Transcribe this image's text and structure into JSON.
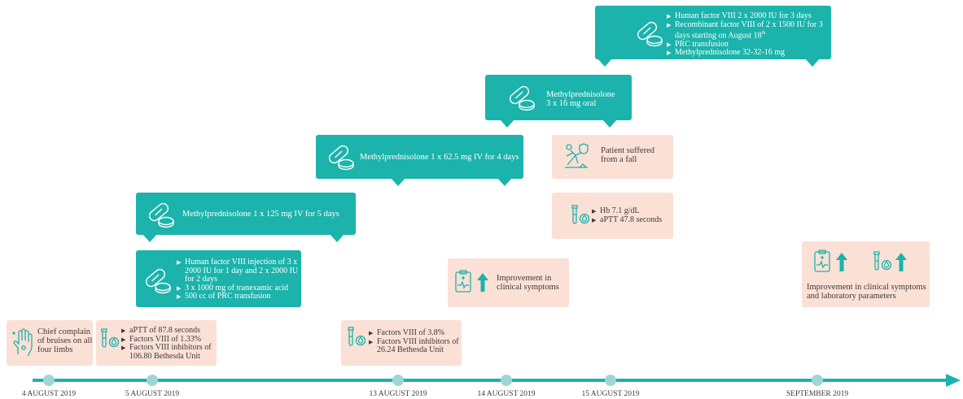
{
  "colors": {
    "teal": "#1bb3ab",
    "peach": "#fbe0d6",
    "dot": "#9fd6d2",
    "text": "#3b3b3b"
  },
  "timeline": {
    "dates": [
      "4 AUGUST 2019",
      "5 AUGUST 2019",
      "13 AUGUST 2019",
      "14 AUGUST 2019",
      "15 AUGUST 2019",
      "SEPTEMBER 2019"
    ]
  },
  "events": {
    "complaint": {
      "text": "Chief complain of bruises on all four limbs",
      "icon": "hand-bruise-icon"
    },
    "labs_aug5": {
      "icon": "test-tube-drop-icon",
      "items": [
        "aPTT of 87.8 seconds",
        "Factors VIII of 1.33%",
        "Factors VIII inhibitors of 106.80 Bethesda Unit"
      ]
    },
    "treatment_aug5": {
      "icon": "pills-icon",
      "items": [
        "Human factor VIII injection of 3 x 2000 IU for 1 day and 2 x 2000 IU for 2 days",
        "3 x 1000 mg of tranexamic acid",
        "500 cc of PRC transfusion"
      ]
    },
    "methyl_125": {
      "icon": "pills-icon",
      "text": "Methylprednisolone 1 x 125 mg IV for 5 days"
    },
    "labs_aug13": {
      "icon": "test-tube-drop-icon",
      "items": [
        "Factors VIII of 3.8%",
        "Factors VIII inhibitors of 26.24 Bethesda Unit"
      ]
    },
    "methyl_625": {
      "icon": "pills-icon",
      "text": "Methylprednisolone 1 x 62.5 mg IV for 4 days"
    },
    "improvement_aug14": {
      "icon": "clipboard-up-arrow-icon",
      "text": "Improvement in clinical symptoms"
    },
    "methyl_oral": {
      "icon": "pills-icon",
      "line1": "Methylprednisolone",
      "line2": "3 x 16 mg oral"
    },
    "fall": {
      "icon": "person-falling-icon",
      "text": "Patient suffered from a fall"
    },
    "labs_aug15": {
      "icon": "test-tube-drop-icon",
      "items": [
        "Hb 7.1 g/dL",
        "aPTT 47.8 seconds"
      ]
    },
    "treatment_aug15": {
      "icon": "pills-icon",
      "items": [
        "Human factor VIII 2 x 2000 IU for 3 days",
        "Recombinant factor VIII of 2 x 1500 IU for 3 days starting on August 18",
        "PRC transfusion",
        "Methylprednisolone 32-32-16 mg"
      ],
      "superscript": "th"
    },
    "improvement_sep": {
      "icon": "clipboard-tube-up-icon",
      "text": "Improvement in clinical symptoms and laboratory parameters"
    }
  }
}
